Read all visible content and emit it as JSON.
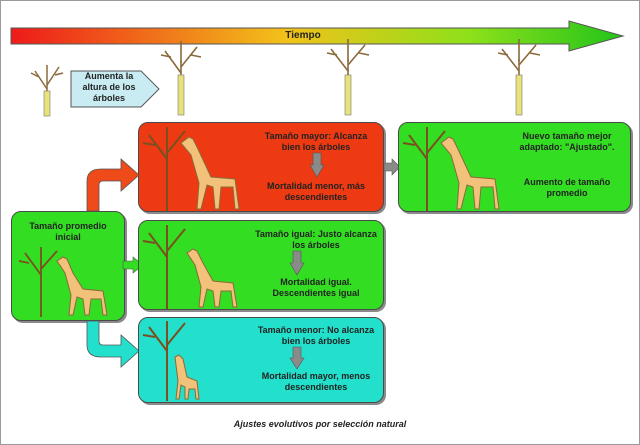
{
  "diagram": {
    "timeline": {
      "label": "Tiempo"
    },
    "callout": {
      "text": "Aumenta la altura de los árboles"
    },
    "start": {
      "text": "Tamaño promedio inicial"
    },
    "branch_top": {
      "top_text": "Tamaño mayor: Alcanza bien los árboles",
      "bottom_text": "Mortalidad menor, más descendientes"
    },
    "branch_mid": {
      "top_text": "Tamaño igual: Justo alcanza los árboles",
      "bottom_text": "Mortalidad igual. Descendientes igual"
    },
    "branch_bottom": {
      "top_text": "Tamaño menor: No alcanza bien los árboles",
      "bottom_text": "Mortalidad mayor, menos descendientes"
    },
    "result": {
      "top_text": "Nuevo tamaño mejor adaptado: \"Ajustado\".",
      "bottom_text": "Aumento de tamaño promedio"
    },
    "caption": "Ajustes evolutivos por selección natural",
    "colors": {
      "red_box": "#ee3a12",
      "green_box": "#33dd22",
      "cyan_box": "#22e0cc",
      "giraffe": "#f2c27a",
      "tree": "#9a6a2a"
    }
  }
}
